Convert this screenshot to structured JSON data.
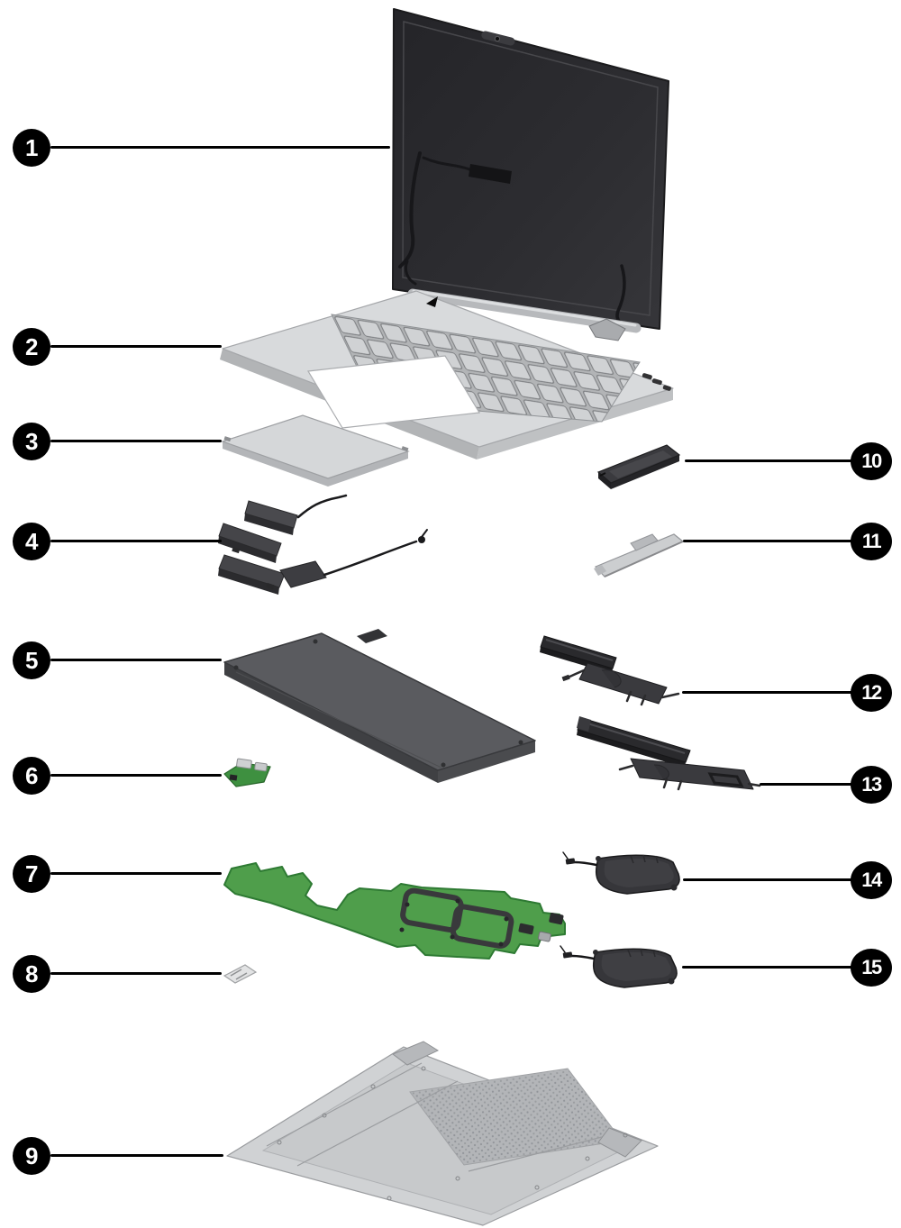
{
  "figure": {
    "kind": "laptop-exploded-parts-diagram",
    "background": "#ffffff",
    "callout_style": {
      "fill": "#000000",
      "number_color": "#ffffff",
      "line_color": "#000000"
    },
    "palette": {
      "display_panel": "#2c2c30",
      "top_cover_silver": "#d8dadc",
      "hinge_silver": "#b7b9bc",
      "speaker_dark": "#454549",
      "battery_gray": "#5a5b5f",
      "board_green": "#4f9e4b",
      "component_dark": "#36363a",
      "bracket_silver": "#ccced0",
      "bottom_cover": "#d0d2d4"
    },
    "callouts": [
      {
        "number": "1",
        "part": "display-assembly"
      },
      {
        "number": "2",
        "part": "keyboard-top-cover"
      },
      {
        "number": "3",
        "part": "touchpad"
      },
      {
        "number": "4",
        "part": "speakers"
      },
      {
        "number": "5",
        "part": "battery"
      },
      {
        "number": "6",
        "part": "small-io-board"
      },
      {
        "number": "7",
        "part": "system-board"
      },
      {
        "number": "8",
        "part": "wireless-module"
      },
      {
        "number": "9",
        "part": "bottom-cover"
      },
      {
        "number": "10",
        "part": "solid-state-drive"
      },
      {
        "number": "11",
        "part": "drive-bracket"
      },
      {
        "number": "12",
        "part": "heat-sink"
      },
      {
        "number": "13",
        "part": "heat-sink-large"
      },
      {
        "number": "14",
        "part": "fan-upper"
      },
      {
        "number": "15",
        "part": "fan-lower"
      }
    ]
  }
}
